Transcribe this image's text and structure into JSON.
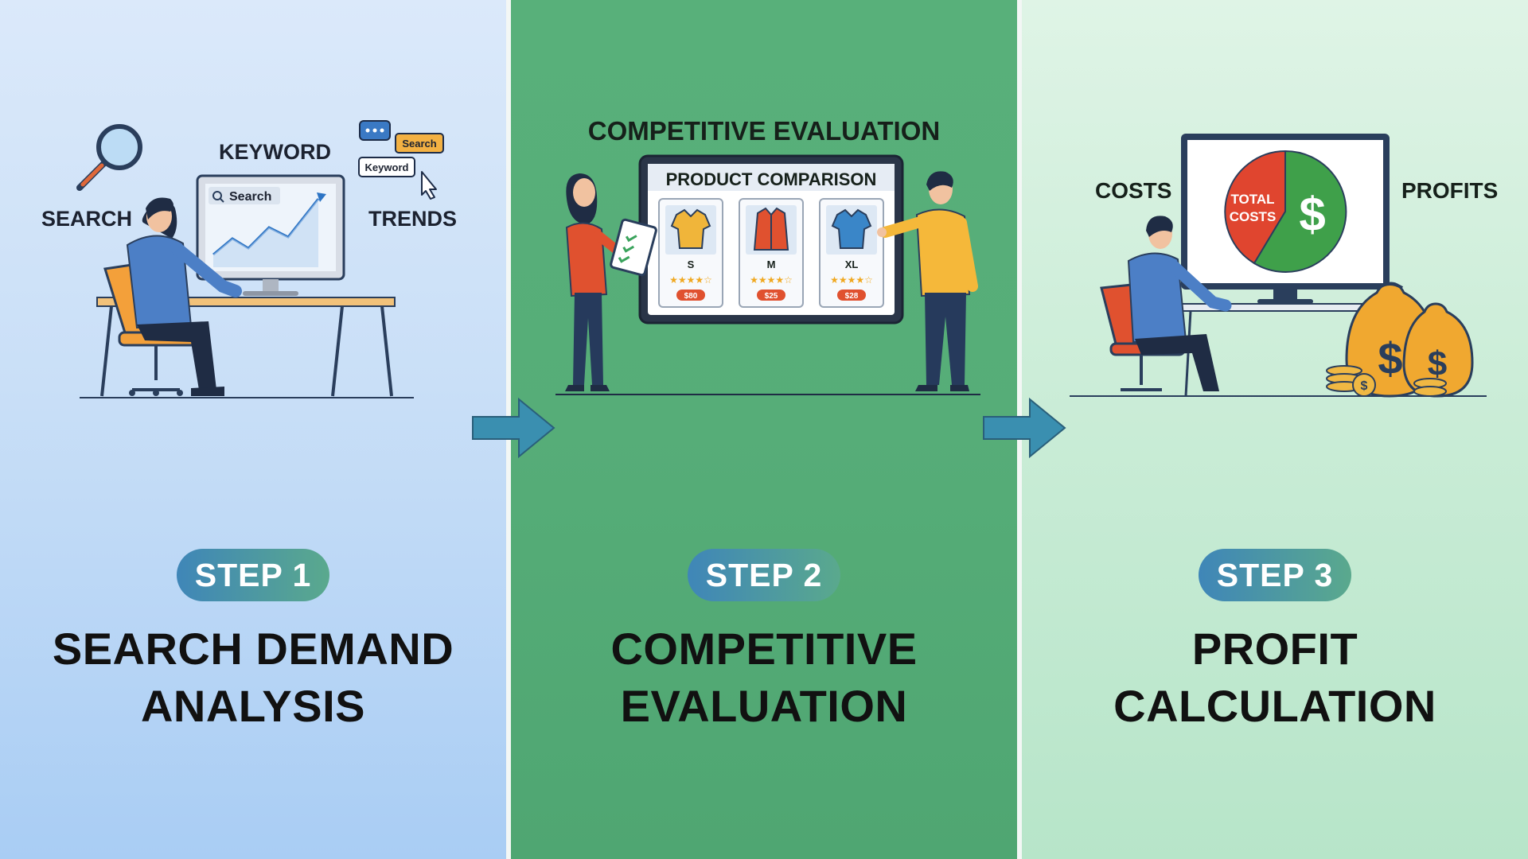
{
  "steps": [
    {
      "badge": "STEP 1",
      "title_line1": "SEARCH DEMAND",
      "title_line2": "ANALYSIS",
      "labels": {
        "search": "SEARCH",
        "keyword": "KEYWORD",
        "trends": "TRENDS",
        "screen_search": "Search",
        "bubble_search": "Search",
        "bubble_keyword": "Keyword"
      }
    },
    {
      "badge": "STEP 2",
      "title_line1": "COMPETITIVE",
      "title_line2": "EVALUATION",
      "labels": {
        "header": "COMPETITIVE EVALUATION",
        "board_title": "PRODUCT COMPARISON"
      },
      "products": [
        {
          "size": "S",
          "price": "$80",
          "color": "#f0b53a"
        },
        {
          "size": "M",
          "price": "$25",
          "color": "#e0512f"
        },
        {
          "size": "XL",
          "price": "$28",
          "color": "#3a86c8"
        }
      ]
    },
    {
      "badge": "STEP 3",
      "title_line1": "PROFIT",
      "title_line2": "CALCULATION",
      "labels": {
        "costs": "COSTS",
        "profits": "PROFITS",
        "pie_line1": "TOTAL",
        "pie_line2": "COSTS",
        "pie_symbol": "$"
      }
    }
  ],
  "colors": {
    "panel1_bg": "#c9dff7",
    "panel2_bg": "#56ad78",
    "panel3_bg": "#c9ecd6",
    "pill_start": "#3f86b8",
    "pill_end": "#5aa98d",
    "arrow": "#3a8fb0"
  }
}
